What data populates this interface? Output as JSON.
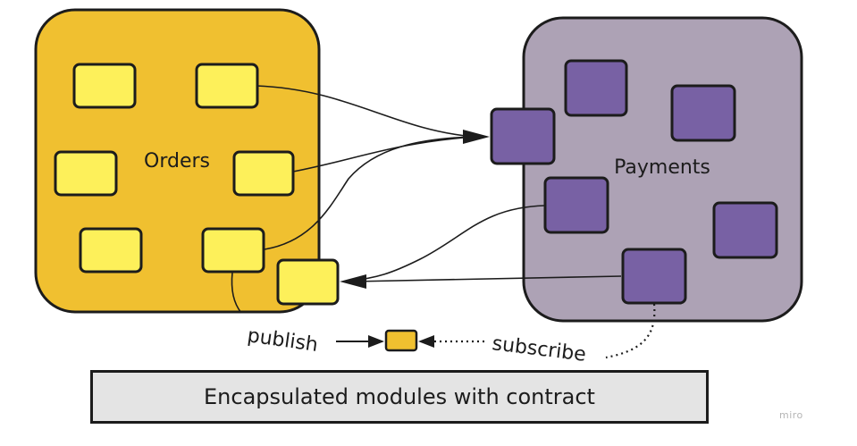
{
  "modules": {
    "orders": {
      "label": "Orders",
      "color": "#f0c030",
      "item_color": "#fdf05a"
    },
    "payments": {
      "label": "Payments",
      "color": "#ada2b5",
      "item_color": "#7861a4"
    }
  },
  "arrows": {
    "publish_label": "publish",
    "subscribe_label": "subscribe",
    "event_color": "#f0c030"
  },
  "caption": "Encapsulated modules with contract",
  "watermark": "miro"
}
